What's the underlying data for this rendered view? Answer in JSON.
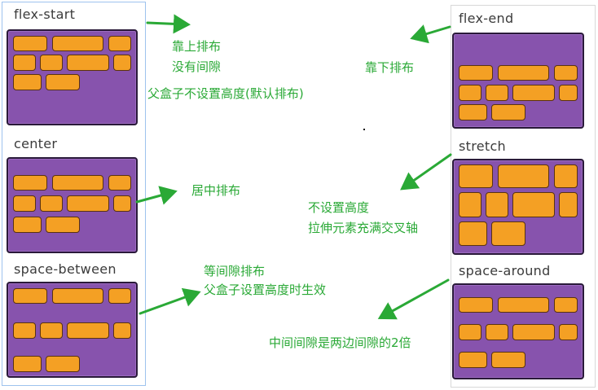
{
  "labels": {
    "flex_start": "flex-start",
    "center": "center",
    "space_between": "space-between",
    "flex_end": "flex-end",
    "stretch": "stretch",
    "space_around": "space-around"
  },
  "notes": {
    "flex_start_line1": "靠上排布",
    "flex_start_line2": "没有间隙",
    "flex_start_line3": "父盒子不设置高度(默认排布)",
    "center": "居中排布",
    "space_between_line1": "等间隙排布",
    "space_between_line2": "父盒子设置高度时生效",
    "flex_end": "靠下排布",
    "stretch_line1": "不设置高度",
    "stretch_line2": "拉伸元素充满交叉轴",
    "space_around": "中间间隙是两边间隙的2倍"
  },
  "colors": {
    "container": "#8753ad",
    "item": "#f4a024",
    "annotation": "#2aa936",
    "arrow": "#2aa936"
  }
}
